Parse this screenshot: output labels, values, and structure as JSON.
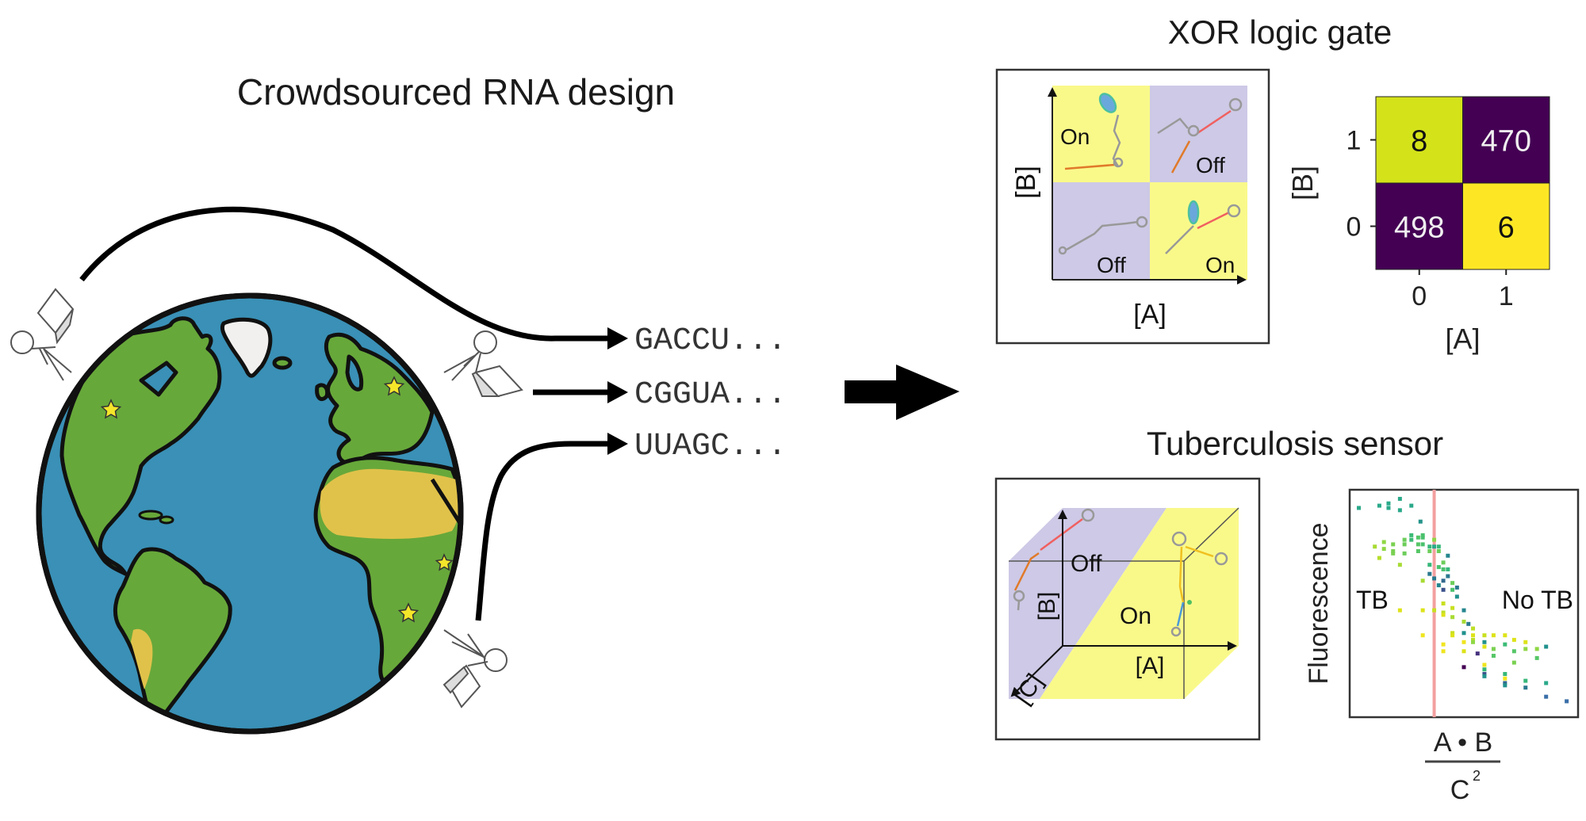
{
  "left_panel": {
    "title": "Crowdsourced RNA design",
    "sequences": [
      "GACCU...",
      "CGGUA...",
      "UUAGC..."
    ],
    "globe": {
      "icon": "earth-globe-icon",
      "colors": {
        "ocean": "#3a90b6",
        "land": "#67a83a",
        "desert": "#e0c24a",
        "ice": "#f2f0ee",
        "star": "#f5e62a",
        "outline": "#111111"
      },
      "stars": 4
    },
    "players": {
      "icon": "stick-figure-with-laptop-icon",
      "count": 3
    }
  },
  "transition_arrow": {
    "icon": "big-right-arrow-icon"
  },
  "xor_panel": {
    "title": "XOR logic gate",
    "schematic": {
      "x_axis_label": "[A]",
      "y_axis_label": "[B]",
      "quadrants": [
        {
          "position": "top-left",
          "state": "On"
        },
        {
          "position": "top-right",
          "state": "Off"
        },
        {
          "position": "bottom-left",
          "state": "Off"
        },
        {
          "position": "bottom-right",
          "state": "On"
        }
      ],
      "colors": {
        "on": "#f9f98a",
        "off": "#cdc9e6"
      }
    }
  },
  "tb_panel": {
    "title": "Tuberculosis sensor",
    "schematic": {
      "x_axis_label": "[A]",
      "y_axis_label": "[B]",
      "z_axis_label": "[C]",
      "off_label": "Off",
      "on_label": "On",
      "colors": {
        "on": "#f9f98a",
        "off": "#cdc9e6"
      }
    }
  },
  "chart_data": [
    {
      "type": "heatmap",
      "title": "XOR logic gate",
      "xlabel": "[A]",
      "ylabel": "[B]",
      "x_categories": [
        "0",
        "1"
      ],
      "y_categories": [
        "0",
        "1"
      ],
      "cells": [
        {
          "a": "0",
          "b": "1",
          "value": 8,
          "color": "#d4e21a",
          "text_color": "#111111"
        },
        {
          "a": "1",
          "b": "1",
          "value": 470,
          "color": "#440154",
          "text_color": "#f0f0f0"
        },
        {
          "a": "0",
          "b": "0",
          "value": 498,
          "color": "#440154",
          "text_color": "#f0f0f0"
        },
        {
          "a": "1",
          "b": "0",
          "value": 6,
          "color": "#fde725",
          "text_color": "#111111"
        }
      ],
      "colormap": "viridis"
    },
    {
      "type": "scatter",
      "title": "Tuberculosis sensor",
      "xlabel_numerator": "A • B",
      "xlabel_denominator": "C",
      "xlabel_denominator_exponent": "2",
      "ylabel": "Fluorescence",
      "xlim": [
        0,
        1
      ],
      "ylim": [
        0,
        1
      ],
      "grid": false,
      "threshold_x": 0.37,
      "threshold_color": "#f4a0a0",
      "region_labels": [
        {
          "text": "TB",
          "side": "left"
        },
        {
          "text": "No TB",
          "side": "right"
        }
      ],
      "points": [
        [
          0.04,
          0.92,
          "#2aa98a"
        ],
        [
          0.13,
          0.93,
          "#2aa98a"
        ],
        [
          0.17,
          0.94,
          "#2aa98a"
        ],
        [
          0.17,
          0.92,
          "#2aa98a"
        ],
        [
          0.22,
          0.96,
          "#2aa98a"
        ],
        [
          0.22,
          0.91,
          "#2aa98a"
        ],
        [
          0.27,
          0.93,
          "#2aa98a"
        ],
        [
          0.31,
          0.86,
          "#25938a"
        ],
        [
          0.11,
          0.75,
          "#a8db34"
        ],
        [
          0.15,
          0.77,
          "#8fd744"
        ],
        [
          0.15,
          0.74,
          "#8fd744"
        ],
        [
          0.19,
          0.76,
          "#7ad151"
        ],
        [
          0.19,
          0.73,
          "#7ad151"
        ],
        [
          0.19,
          0.72,
          "#7ad151"
        ],
        [
          0.24,
          0.78,
          "#6ccd5a"
        ],
        [
          0.24,
          0.76,
          "#6ccd5a"
        ],
        [
          0.24,
          0.72,
          "#6ccd5a"
        ],
        [
          0.27,
          0.8,
          "#3bbb75"
        ],
        [
          0.27,
          0.78,
          "#3bbb75"
        ],
        [
          0.3,
          0.79,
          "#56c667"
        ],
        [
          0.3,
          0.76,
          "#56c667"
        ],
        [
          0.3,
          0.73,
          "#56c667"
        ],
        [
          0.32,
          0.8,
          "#4ac16d"
        ],
        [
          0.32,
          0.79,
          "#4ac16d"
        ],
        [
          0.32,
          0.76,
          "#4ac16d"
        ],
        [
          0.35,
          0.75,
          "#35b779"
        ],
        [
          0.35,
          0.73,
          "#6ccd5a"
        ],
        [
          0.37,
          0.78,
          "#8fd744"
        ],
        [
          0.37,
          0.75,
          "#2aa98a"
        ],
        [
          0.39,
          0.75,
          "#35b779"
        ],
        [
          0.39,
          0.73,
          "#6ccd5a"
        ],
        [
          0.13,
          0.7,
          "#b5de2b"
        ],
        [
          0.22,
          0.67,
          "#a8db34"
        ],
        [
          0.43,
          0.71,
          "#25858e"
        ],
        [
          0.41,
          0.68,
          "#6ccd5a"
        ],
        [
          0.41,
          0.65,
          "#4ac16d"
        ],
        [
          0.43,
          0.65,
          "#35b779"
        ],
        [
          0.43,
          0.62,
          "#2a788e"
        ],
        [
          0.35,
          0.67,
          "#35b779"
        ],
        [
          0.35,
          0.63,
          "#2a788e"
        ],
        [
          0.37,
          0.61,
          "#2a788e"
        ],
        [
          0.32,
          0.6,
          "#a8db34"
        ],
        [
          0.39,
          0.66,
          "#4ac16d"
        ],
        [
          0.41,
          0.6,
          "#31688e"
        ],
        [
          0.41,
          0.56,
          "#3b528b"
        ],
        [
          0.39,
          0.58,
          "#25858e"
        ],
        [
          0.45,
          0.59,
          "#6ccd5a"
        ],
        [
          0.45,
          0.56,
          "#4ac16d"
        ],
        [
          0.47,
          0.57,
          "#2a788e"
        ],
        [
          0.47,
          0.53,
          "#21918c"
        ],
        [
          0.22,
          0.47,
          "#dde318"
        ],
        [
          0.32,
          0.47,
          "#dde318"
        ],
        [
          0.37,
          0.47,
          "#c8e020"
        ],
        [
          0.41,
          0.5,
          "#c8e020"
        ],
        [
          0.41,
          0.46,
          "#bddf26"
        ],
        [
          0.41,
          0.45,
          "#dde318"
        ],
        [
          0.45,
          0.48,
          "#c8e020"
        ],
        [
          0.45,
          0.44,
          "#a8db34"
        ],
        [
          0.5,
          0.47,
          "#25858e"
        ],
        [
          0.5,
          0.42,
          "#a8db34"
        ],
        [
          0.52,
          0.41,
          "#2a788e"
        ],
        [
          0.5,
          0.37,
          "#21918c"
        ],
        [
          0.54,
          0.39,
          "#bddf26"
        ],
        [
          0.32,
          0.36,
          "#f0e51f"
        ],
        [
          0.45,
          0.37,
          "#c8e020"
        ],
        [
          0.45,
          0.36,
          "#dde318"
        ],
        [
          0.54,
          0.36,
          "#dde318"
        ],
        [
          0.54,
          0.34,
          "#bddf26"
        ],
        [
          0.54,
          0.33,
          "#8fd744"
        ],
        [
          0.59,
          0.36,
          "#c8e020"
        ],
        [
          0.59,
          0.33,
          "#21918c"
        ],
        [
          0.59,
          0.31,
          "#dde318"
        ],
        [
          0.63,
          0.36,
          "#dde318"
        ],
        [
          0.63,
          0.3,
          "#7ad151"
        ],
        [
          0.63,
          0.27,
          "#56c667"
        ],
        [
          0.68,
          0.36,
          "#dde318"
        ],
        [
          0.68,
          0.32,
          "#3bbb75"
        ],
        [
          0.72,
          0.34,
          "#dde318"
        ],
        [
          0.72,
          0.29,
          "#56c667"
        ],
        [
          0.72,
          0.24,
          "#7ad151"
        ],
        [
          0.77,
          0.33,
          "#dde318"
        ],
        [
          0.77,
          0.3,
          "#8fd744"
        ],
        [
          0.82,
          0.3,
          "#8fd744"
        ],
        [
          0.82,
          0.26,
          "#56c667"
        ],
        [
          0.86,
          0.31,
          "#21918c"
        ],
        [
          0.41,
          0.32,
          "#f0e51f"
        ],
        [
          0.41,
          0.29,
          "#f0e51f"
        ],
        [
          0.5,
          0.33,
          "#f0e51f"
        ],
        [
          0.5,
          0.29,
          "#dde318"
        ],
        [
          0.56,
          0.28,
          "#46327e"
        ],
        [
          0.5,
          0.22,
          "#440154"
        ],
        [
          0.59,
          0.23,
          "#f0e51f"
        ],
        [
          0.59,
          0.21,
          "#35b779"
        ],
        [
          0.59,
          0.19,
          "#3b528b"
        ],
        [
          0.59,
          0.18,
          "#21918c"
        ],
        [
          0.68,
          0.19,
          "#35b779"
        ],
        [
          0.68,
          0.17,
          "#f0e51f"
        ],
        [
          0.68,
          0.15,
          "#31688e"
        ],
        [
          0.68,
          0.14,
          "#21918c"
        ],
        [
          0.77,
          0.16,
          "#35b779"
        ],
        [
          0.77,
          0.13,
          "#2a788e"
        ],
        [
          0.86,
          0.15,
          "#2aa98a"
        ],
        [
          0.86,
          0.09,
          "#3b6fa8"
        ],
        [
          0.95,
          0.07,
          "#3b6fa8"
        ]
      ]
    }
  ]
}
